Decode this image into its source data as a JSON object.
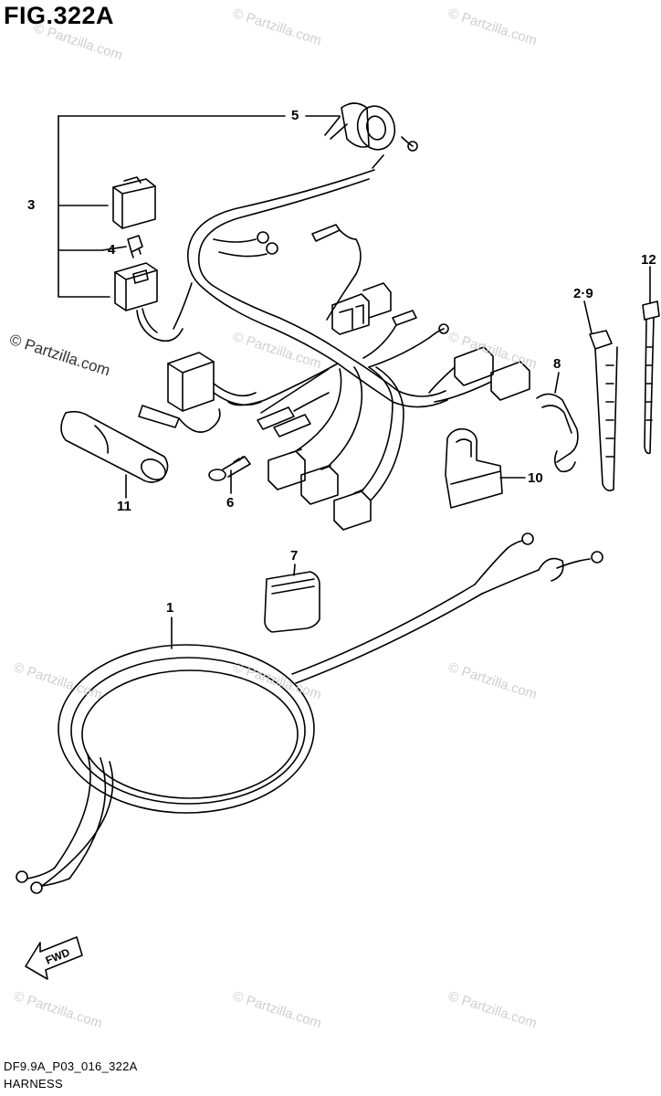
{
  "figure": {
    "title": "FIG.322A",
    "code": "DF9.9A_P03_016_322A",
    "name": "HARNESS"
  },
  "watermark": {
    "text": "© Partzilla.com"
  },
  "callouts": {
    "c1": "1",
    "c2_9": "2·9",
    "c3": "3",
    "c4": "4",
    "c5": "5",
    "c6": "6",
    "c7": "7",
    "c8": "8",
    "c10": "10",
    "c11": "11",
    "c12": "12"
  },
  "direction_arrow": {
    "label": "FWD"
  },
  "colors": {
    "line": "#000000",
    "watermark": "#cfcfcf"
  }
}
